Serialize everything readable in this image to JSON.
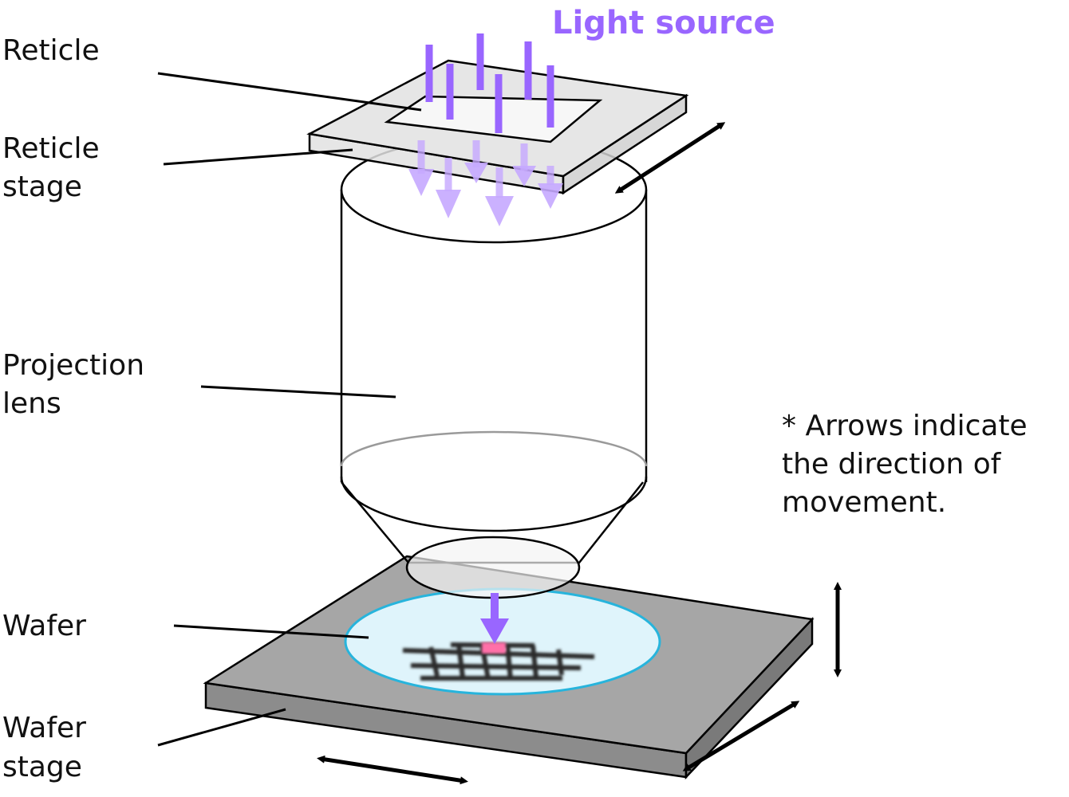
{
  "diagram": {
    "labels": {
      "light_source": "Light source",
      "reticle": "Reticle",
      "reticle_stage_line1": "Reticle",
      "reticle_stage_line2": "stage",
      "projection_lens_line1": "Projection",
      "projection_lens_line2": "lens",
      "wafer": "Wafer",
      "wafer_stage_line1": "Wafer",
      "wafer_stage_line2": "stage"
    },
    "note": {
      "line1": "* Arrows indicate",
      "line2": "the direction of",
      "line3": "movement."
    },
    "colors": {
      "light": "#9966ff",
      "light_faded": "#c5a8ff",
      "wafer_fill": "#dff4fb",
      "wafer_edge": "#27b4dc",
      "stage_top": "#a6a6a6",
      "stage_side": "#8c8c8c",
      "reticle_plate": "#e6e6e6",
      "exposed_die": "#ff6fa8"
    }
  }
}
